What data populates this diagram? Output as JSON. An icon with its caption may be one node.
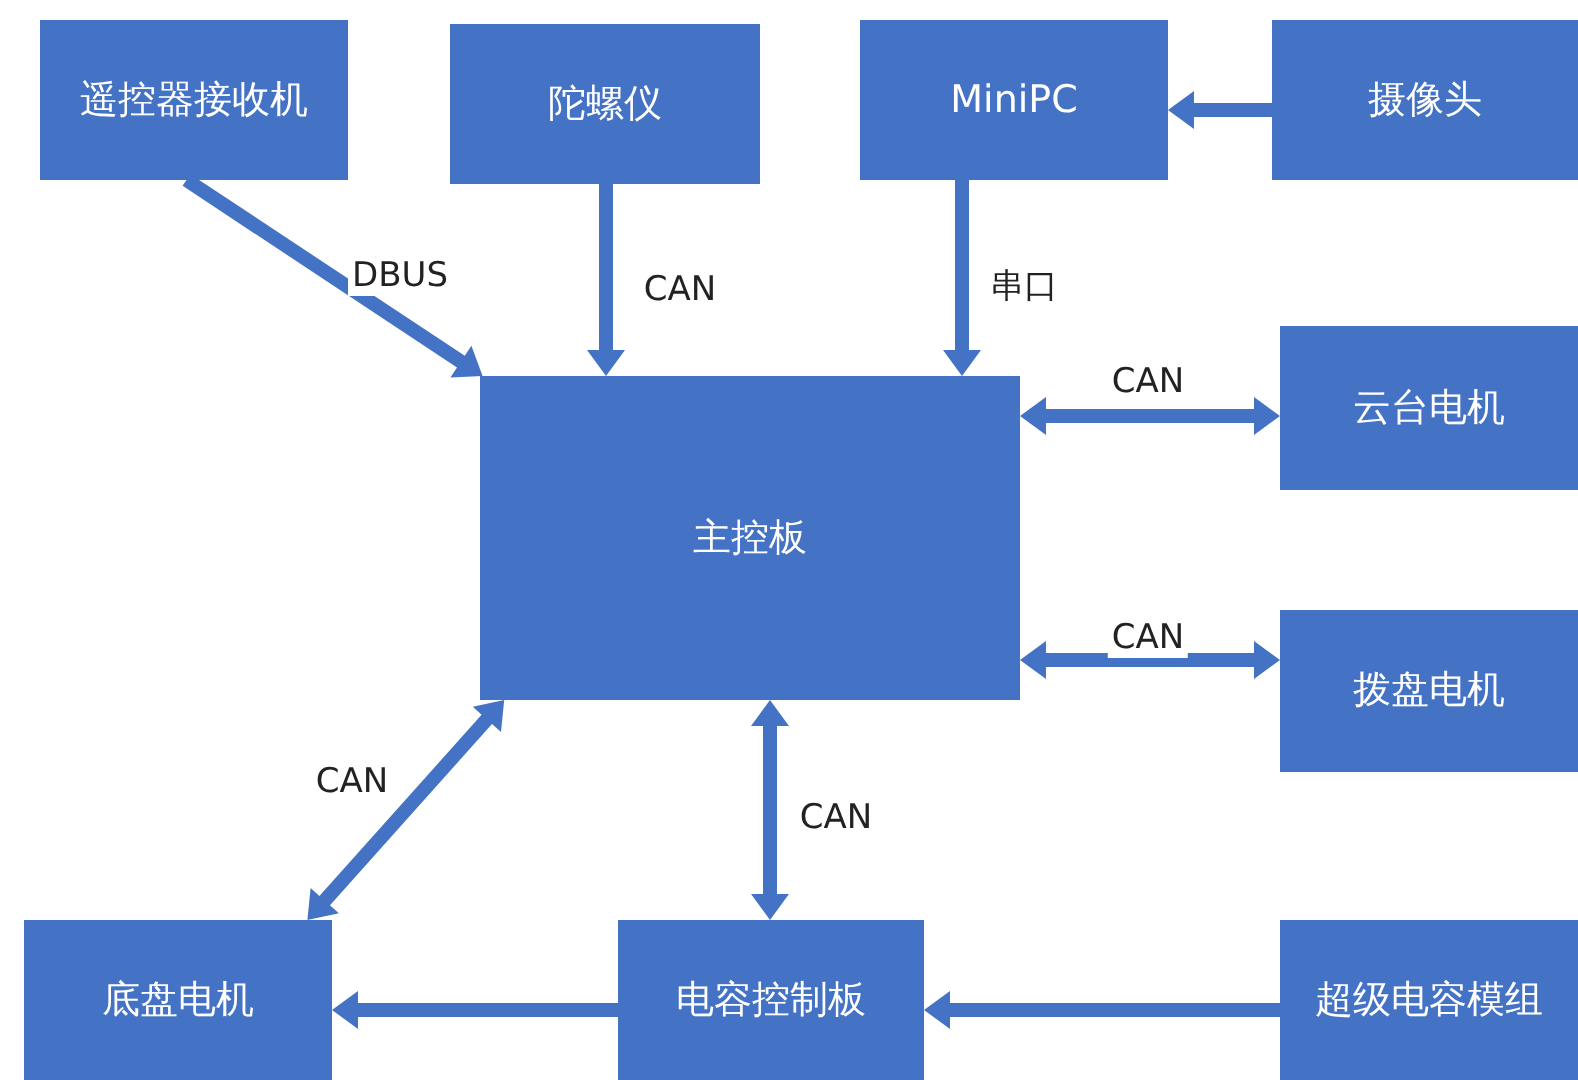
{
  "diagram": {
    "nodes": [
      {
        "text": [
          "遥控器接收机"
        ]
      },
      {
        "text": [
          "陀螺仪"
        ]
      },
      {
        "text": [
          "MiniPC"
        ]
      },
      {
        "text": [
          "摄像头"
        ]
      },
      {
        "text": [
          "主控板"
        ]
      },
      {
        "text": [
          "云台电机"
        ]
      },
      {
        "text": [
          "拨盘电机"
        ]
      },
      {
        "text": [
          "底盘电机"
        ]
      },
      {
        "text": [
          "电容控制板"
        ]
      },
      {
        "text": [
          "超级电容模组"
        ]
      }
    ],
    "edges": [
      {
        "from": 3,
        "to": 2,
        "arrow": "to"
      },
      {
        "from": 0,
        "to": 4,
        "arrow": "to",
        "label": "DBUS"
      },
      {
        "from": 1,
        "to": 4,
        "arrow": "to",
        "label": "CAN"
      },
      {
        "from": 2,
        "to": 4,
        "arrow": "to",
        "label": "串口"
      },
      {
        "from": 4,
        "to": 5,
        "arrow": "both",
        "label": "CAN"
      },
      {
        "from": 4,
        "to": 6,
        "arrow": "both",
        "label": "CAN"
      },
      {
        "from": 4,
        "to": 7,
        "arrow": "both",
        "label": "CAN"
      },
      {
        "from": 4,
        "to": 8,
        "arrow": "both",
        "label": "CAN"
      },
      {
        "from": 8,
        "to": 7,
        "arrow": "to"
      },
      {
        "from": 9,
        "to": 8,
        "arrow": "to"
      }
    ]
  }
}
